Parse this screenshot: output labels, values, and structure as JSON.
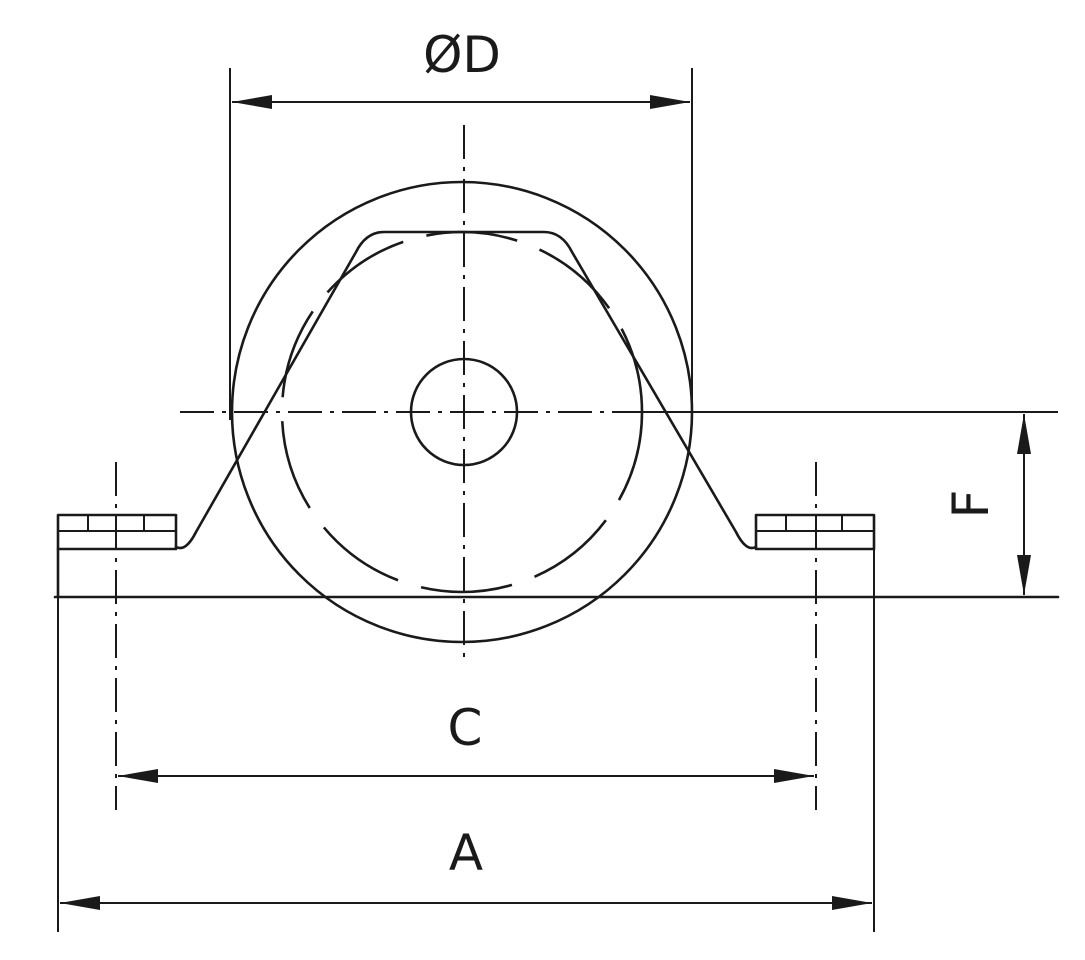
{
  "labels": {
    "diameter": "ØD",
    "height": "F",
    "bolt_spacing": "C",
    "overall_length": "A"
  },
  "colors": {
    "line": "#1a1a1a",
    "background": "#ffffff"
  }
}
